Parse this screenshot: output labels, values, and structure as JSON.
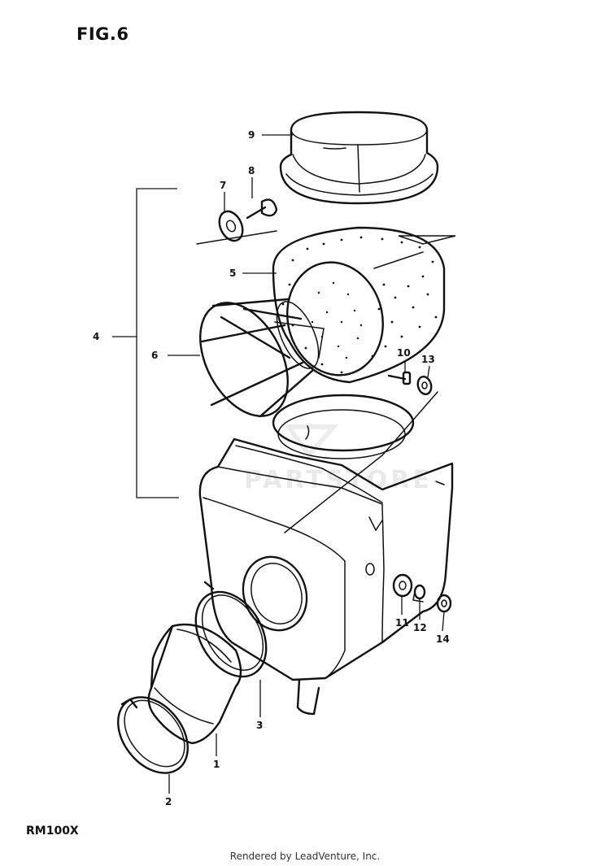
{
  "figure": {
    "title": "FIG.6",
    "model": "RM100X",
    "footer": "Rendered by LeadVenture, Inc."
  },
  "callouts": [
    {
      "id": "c1",
      "label": "1"
    },
    {
      "id": "c2",
      "label": "2"
    },
    {
      "id": "c3",
      "label": "3"
    },
    {
      "id": "c4",
      "label": "4"
    },
    {
      "id": "c5",
      "label": "5"
    },
    {
      "id": "c6",
      "label": "6"
    },
    {
      "id": "c7",
      "label": "7"
    },
    {
      "id": "c8",
      "label": "8"
    },
    {
      "id": "c9",
      "label": "9"
    },
    {
      "id": "c10",
      "label": "10"
    },
    {
      "id": "c11",
      "label": "11"
    },
    {
      "id": "c12",
      "label": "12"
    },
    {
      "id": "c13",
      "label": "13"
    },
    {
      "id": "c14",
      "label": "14"
    }
  ]
}
